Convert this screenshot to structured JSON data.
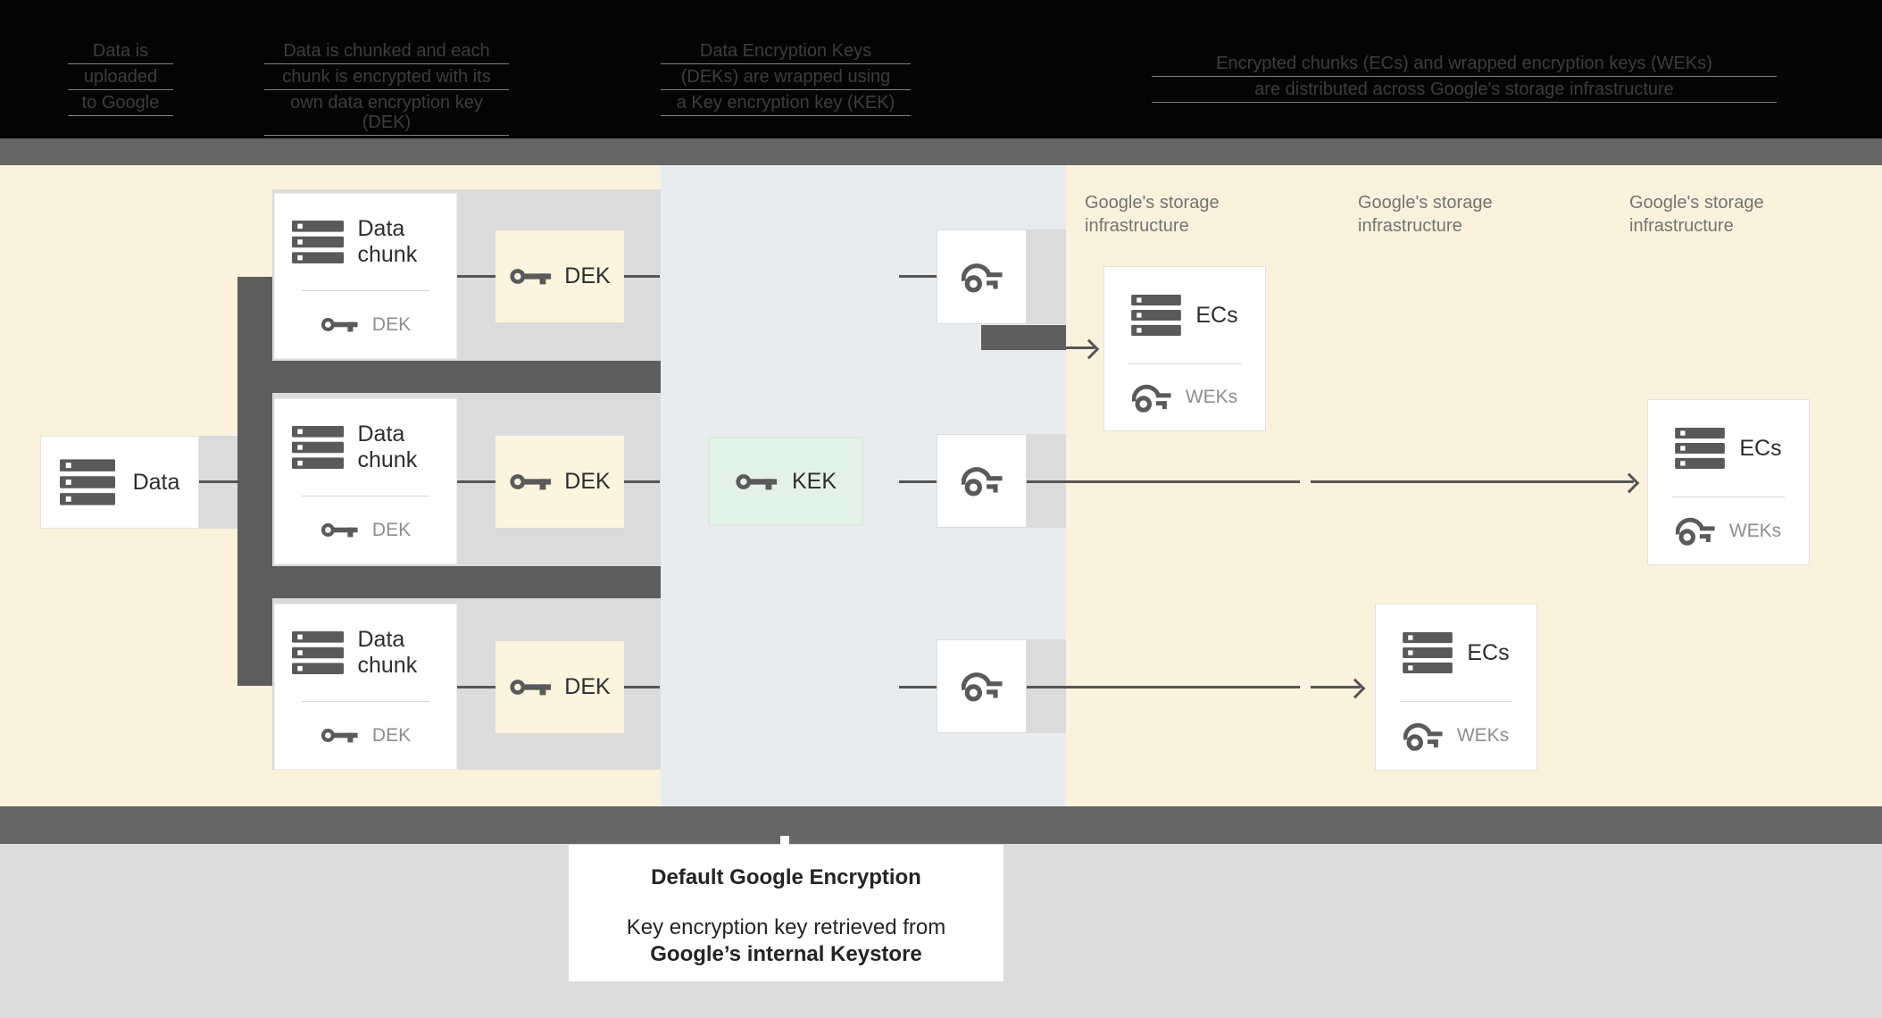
{
  "header": {
    "steps": [
      {
        "lines": [
          "Data is",
          "uploaded",
          "to Google"
        ]
      },
      {
        "lines": [
          "Data is chunked and each",
          "chunk is encrypted with its",
          "own data encryption key (DEK)"
        ]
      },
      {
        "lines": [
          "Data Encryption Keys",
          "(DEKs) are wrapped using",
          "a Key encryption key (KEK)"
        ]
      },
      {
        "lines": [
          "Encrypted chunks (ECs) and wrapped encryption keys (WEKs)",
          "are distributed across Google's storage infrastructure"
        ]
      }
    ]
  },
  "source": {
    "label": "Data"
  },
  "chunks": [
    {
      "title": "Data chunk",
      "key_label": "DEK"
    },
    {
      "title": "Data chunk",
      "key_label": "DEK"
    },
    {
      "title": "Data chunk",
      "key_label": "DEK"
    }
  ],
  "deks": [
    {
      "label": "DEK"
    },
    {
      "label": "DEK"
    },
    {
      "label": "DEK"
    }
  ],
  "kek": {
    "label": "KEK"
  },
  "storage": {
    "headers": [
      {
        "line1": "Google's storage",
        "line2": "infrastructure"
      },
      {
        "line1": "Google's storage",
        "line2": "infrastructure"
      },
      {
        "line1": "Google's storage",
        "line2": "infrastructure"
      }
    ],
    "ecs": [
      {
        "title": "ECs",
        "key_label": "WEKs"
      },
      {
        "title": "ECs",
        "key_label": "WEKs"
      },
      {
        "title": "ECs",
        "key_label": "WEKs"
      }
    ]
  },
  "caption": {
    "title": "Default Google Encryption",
    "body": "Key encryption key retrieved from",
    "body_bold": "Google’s internal Keystore"
  },
  "colors": {
    "cream": "#FAF2DC",
    "kms_panel": "#E8ECEE",
    "row_band": "#DBDBDB",
    "dark_band": "#656565",
    "dark_bar": "#5E5E5E",
    "mint": "#E3F2E9",
    "icon_gray": "#5A5A5A",
    "muted_text": "#8E8E8E"
  }
}
